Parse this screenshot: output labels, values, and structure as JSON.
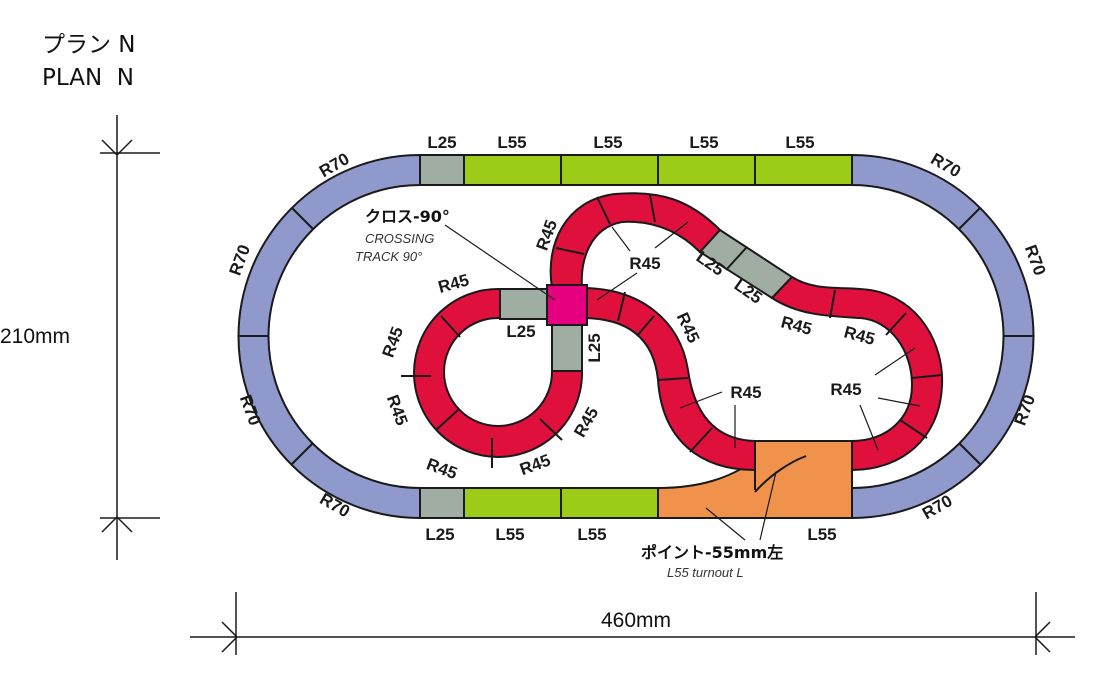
{
  "title": {
    "jp": "プラン N",
    "en": "PLAN  N"
  },
  "dimensions": {
    "height": "210mm",
    "width": "460mm"
  },
  "colors": {
    "r70": "#8f99cc",
    "r45": "#e0103c",
    "l55": "#9ccc17",
    "l25": "#9fada3",
    "crossing": "#e4007f",
    "turnout": "#f0924b",
    "stroke": "#1a1a1a"
  },
  "labels": {
    "r70": "R70",
    "r45": "R45",
    "l55": "L55",
    "l25": "L25"
  },
  "crossing": {
    "jp": "クロス-90°",
    "en_line1": "CROSSING",
    "en_line2": "TRACK 90°"
  },
  "turnout": {
    "jp": "ポイント-55mm左",
    "en": "L55 turnout L"
  }
}
